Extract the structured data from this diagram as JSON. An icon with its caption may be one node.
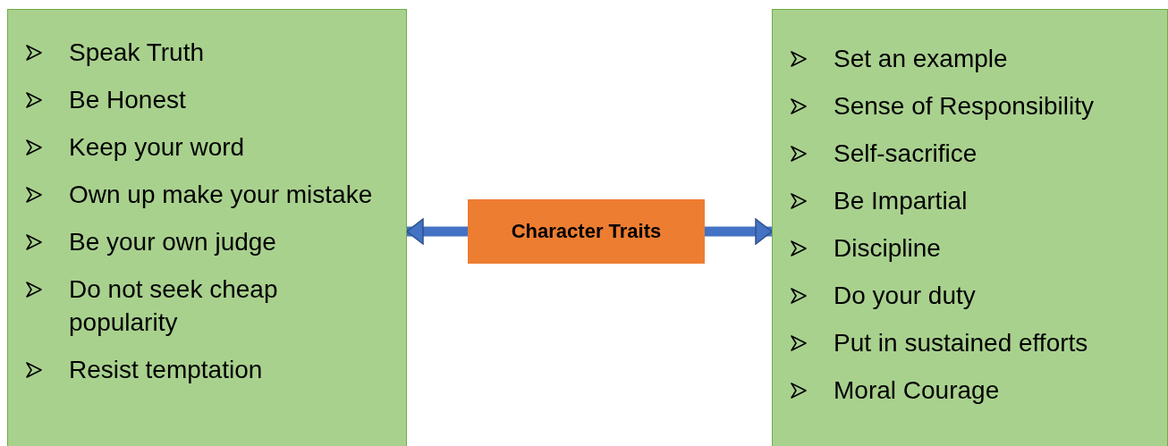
{
  "diagram": {
    "nodes": [
      {
        "text": [
          "Speak Truth",
          "Be Honest",
          "Keep your word",
          "Own up make your mistake",
          "Be your own judge",
          "Do not seek cheap popularity",
          "Resist temptation"
        ]
      },
      {
        "text": [
          "Character Traits"
        ]
      },
      {
        "text": [
          "Set an example",
          "Sense of Responsibility",
          "Self-sacrifice",
          "Be Impartial",
          "Discipline",
          "Do your duty",
          "Put in sustained efforts",
          "Moral Courage"
        ]
      }
    ],
    "edges": [
      {
        "from": 1,
        "to": 0,
        "arrow": "to"
      },
      {
        "from": 1,
        "to": 2,
        "arrow": "to"
      }
    ]
  }
}
